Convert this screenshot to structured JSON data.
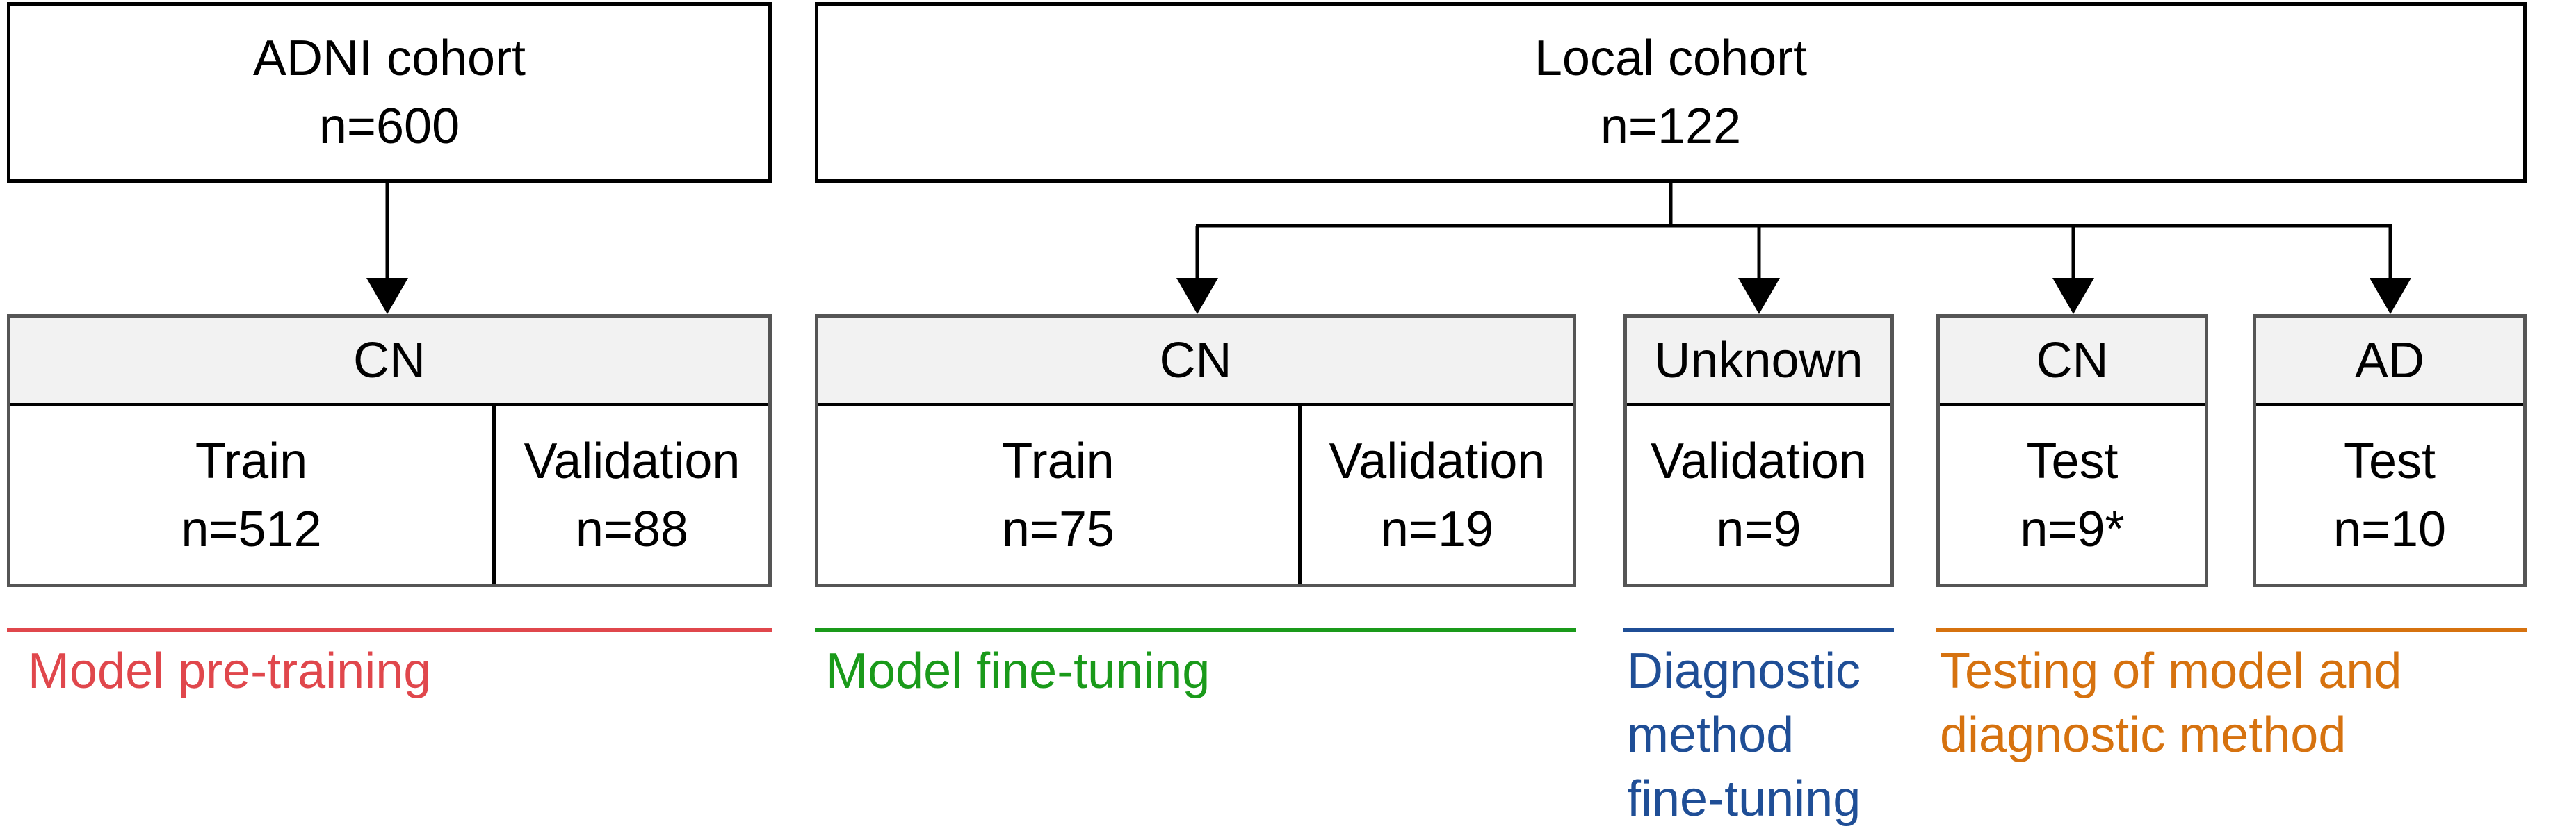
{
  "colors": {
    "pretraining": "#e0474c",
    "finetuning": "#1a9a1a",
    "diagnostic": "#1f4e96",
    "testing": "#d6720f"
  },
  "adni": {
    "title": "ADNI cohort",
    "count": "n=600"
  },
  "local": {
    "title": "Local cohort",
    "count": "n=122"
  },
  "adni_cn": {
    "header": "CN",
    "train": {
      "label": "Train",
      "count": "n=512"
    },
    "validation": {
      "label": "Validation",
      "count": "n=88"
    }
  },
  "local_cn": {
    "header": "CN",
    "train": {
      "label": "Train",
      "count": "n=75"
    },
    "validation": {
      "label": "Validation",
      "count": "n=19"
    }
  },
  "unknown": {
    "header": "Unknown",
    "validation": {
      "label": "Validation",
      "count": "n=9"
    }
  },
  "test_cn": {
    "header": "CN",
    "test": {
      "label": "Test",
      "count": "n=9*"
    }
  },
  "test_ad": {
    "header": "AD",
    "test": {
      "label": "Test",
      "count": "n=10"
    }
  },
  "sections": {
    "pretraining": "Model pre-training",
    "finetuning": "Model fine-tuning",
    "diagnostic": "Diagnostic\nmethod\nfine-tuning",
    "testing": "Testing of model and\ndiagnostic method"
  }
}
